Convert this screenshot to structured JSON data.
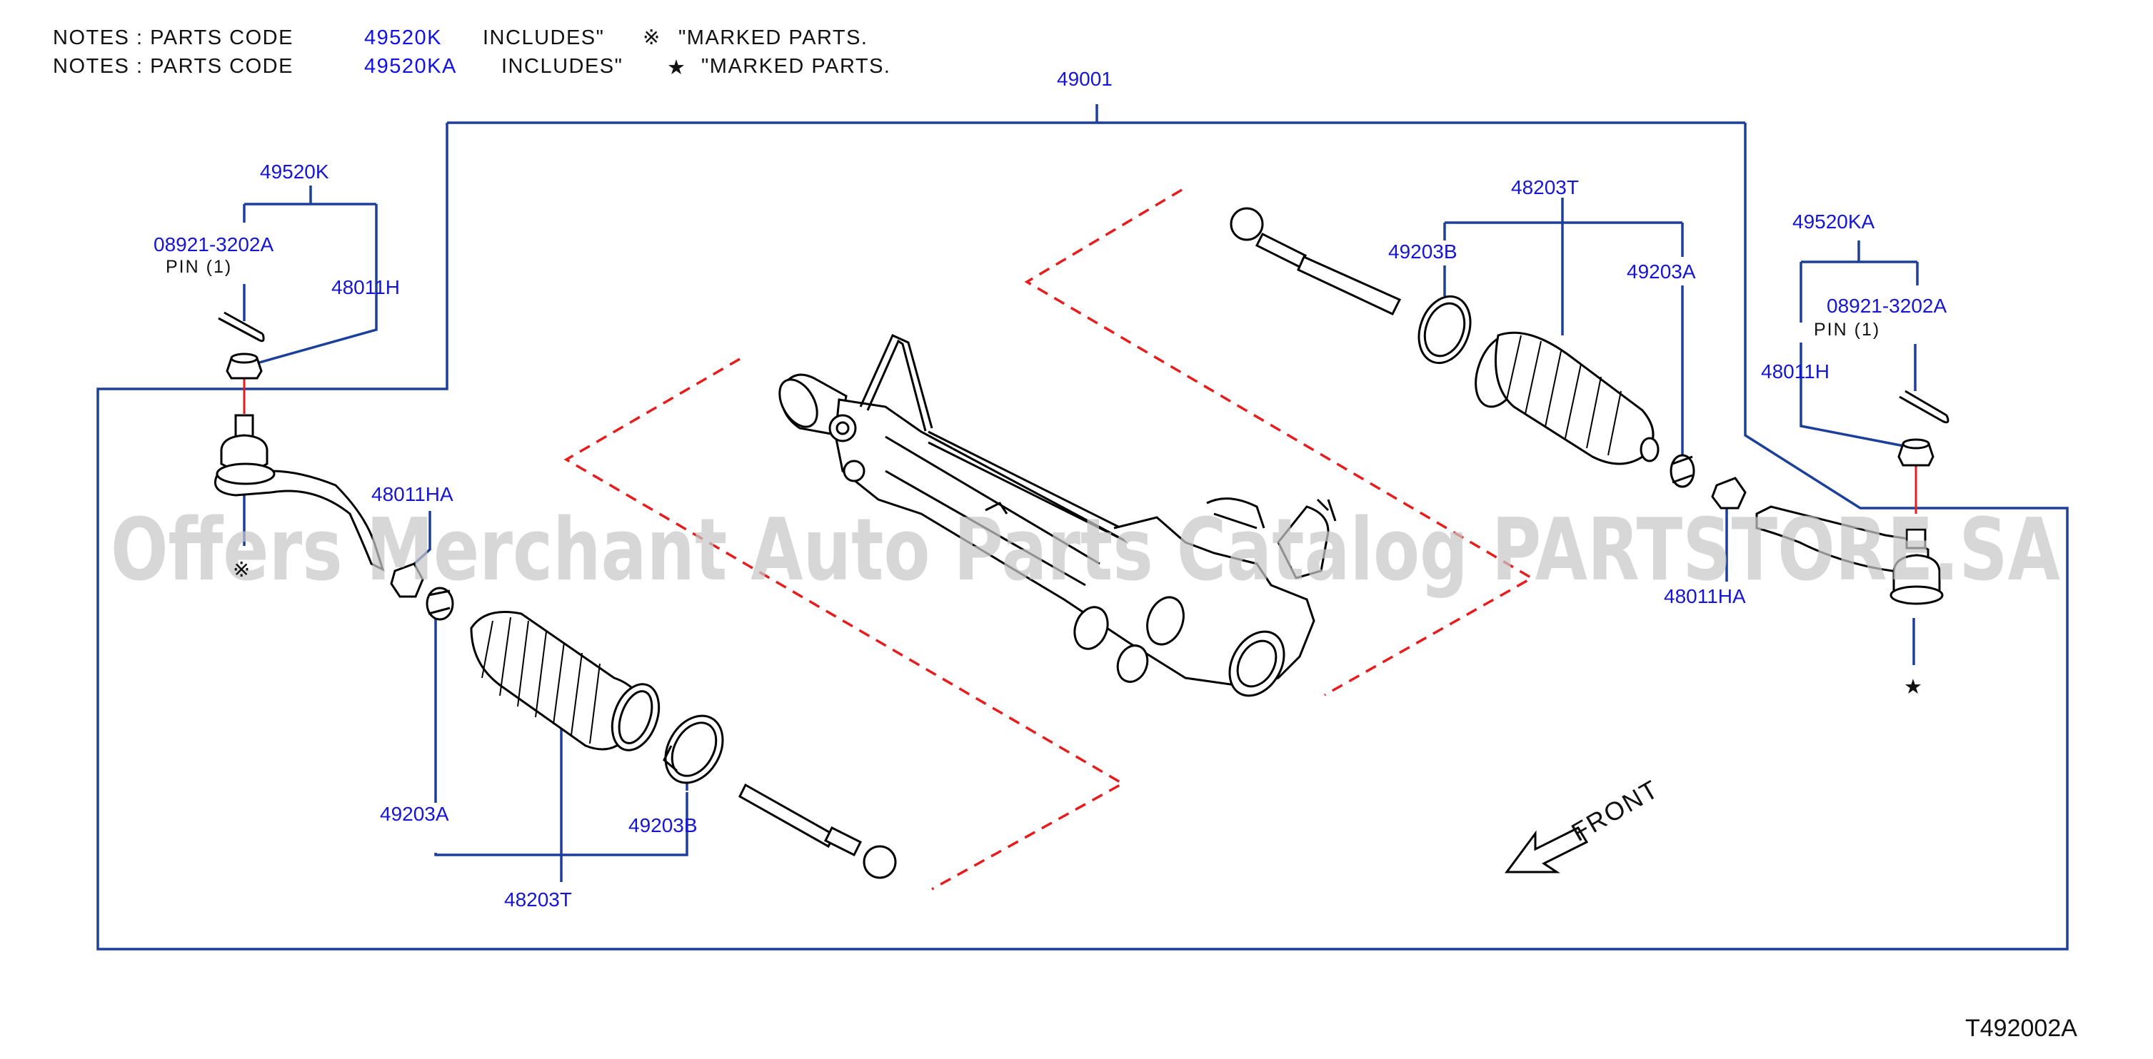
{
  "notes": [
    {
      "prefix": "NOTES   :   PARTS   CODE",
      "code": "49520K",
      "includes": "INCLUDES\"",
      "symbol": "※",
      "suffix": "\"MARKED   PARTS."
    },
    {
      "prefix": "NOTES   :   PARTS   CODE",
      "code": "49520KA",
      "includes": "INCLUDES\"",
      "symbol": "★",
      "suffix": "\"MARKED   PARTS."
    }
  ],
  "labels": {
    "assembly": "49001",
    "left_kit": "49520K",
    "left_pin_code": "08921-3202A",
    "left_pin_text": "PIN     (1)",
    "left_tie_rod_end": "48011H",
    "left_nut": "48011HA",
    "left_clamp_a": "49203A",
    "left_clamp_b": "49203B",
    "left_boot": "48203T",
    "right_boot": "48203T",
    "right_clamp_b": "49203B",
    "right_clamp_a": "49203A",
    "right_kit": "49520KA",
    "right_pin_code": "08921-3202A",
    "right_pin_text": "PIN            (1)",
    "right_tie_rod_end": "48011H",
    "right_nut": "48011HA"
  },
  "marks": {
    "left": "※",
    "right": "★"
  },
  "front": "FRONT",
  "watermark": "Offers Merchant Auto Parts Catalog PARTSTORE.SA",
  "diagram_id": "T492002A",
  "colors": {
    "label": "#1515d6",
    "leader": "#1b3f9a",
    "dashed": "#e81c1c"
  }
}
